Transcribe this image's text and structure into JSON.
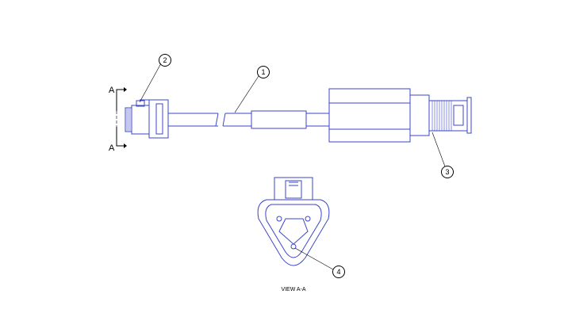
{
  "callouts": [
    "1",
    "2",
    "3",
    "4"
  ],
  "section_marker": "A",
  "view_label": "VIEW A-A",
  "colors": {
    "line": "#000000",
    "part_outline": "#3b46c8"
  }
}
